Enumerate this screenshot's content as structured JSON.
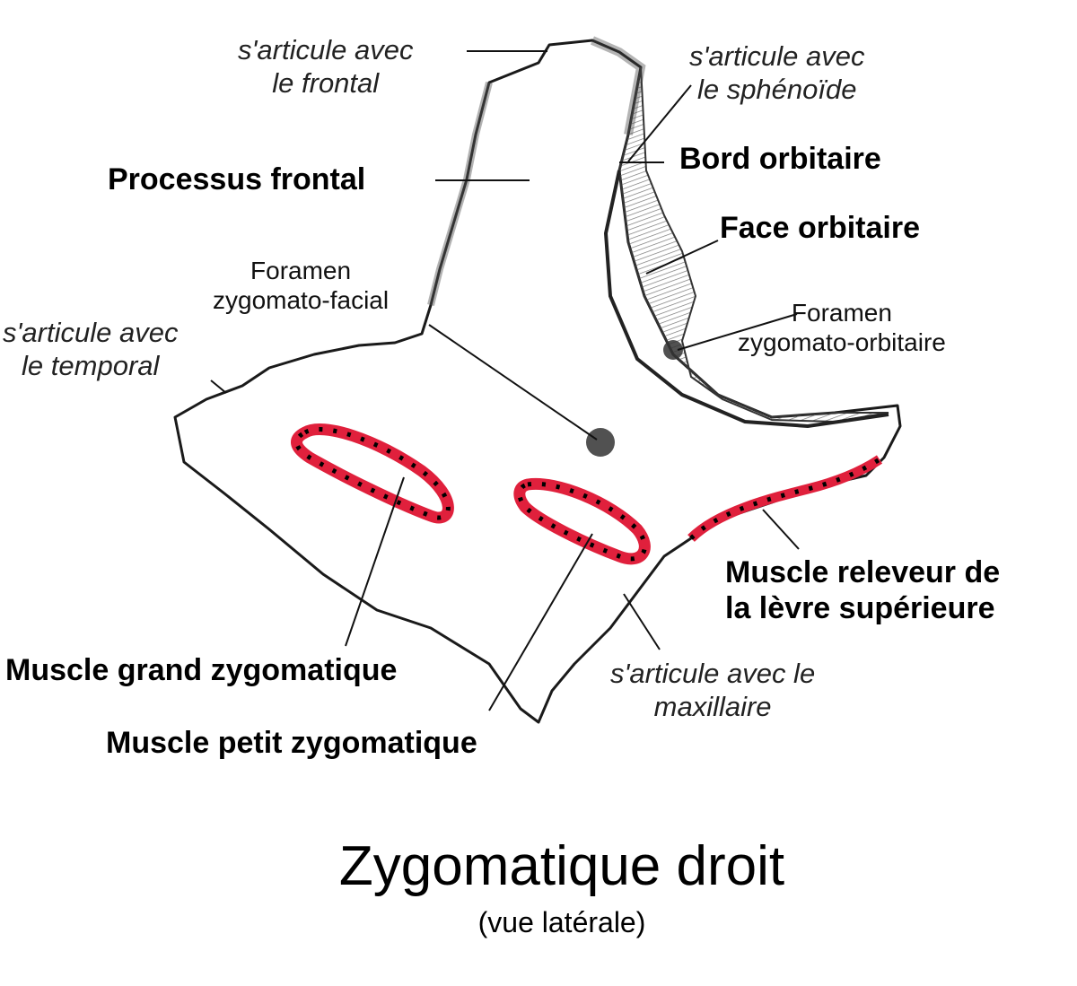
{
  "figure": {
    "title": "Zygomatique droit",
    "subtitle": "(vue latérale)",
    "colors": {
      "muscle_attachment": "#e0203c",
      "bone_outline": "#1a1a1a",
      "orbital_surface_shading": "#bdbdbd",
      "leader_line": "#111111"
    },
    "labels": {
      "frontal_articulation": [
        "s'articule avec",
        "le frontal"
      ],
      "sphenoid_articulation": [
        "s'articule avec",
        "le sphénoïde"
      ],
      "frontal_process": "Processus frontal",
      "orbital_margin": "Bord orbitaire",
      "orbital_surface": "Face orbitaire",
      "zygomaticofacial_foramen": [
        "Foramen",
        "zygomato-facial"
      ],
      "zygomaticoorbital_foramen": [
        "Foramen",
        "zygomato-orbitaire"
      ],
      "temporal_articulation": [
        "s'articule avec",
        "le temporal"
      ],
      "levator_labii_superioris": [
        "Muscle releveur de",
        "la lèvre supérieure"
      ],
      "maxilla_articulation": [
        "s'articule avec le",
        "maxillaire"
      ],
      "zygomaticus_major": "Muscle grand zygomatique",
      "zygomaticus_minor": "Muscle petit zygomatique"
    }
  }
}
